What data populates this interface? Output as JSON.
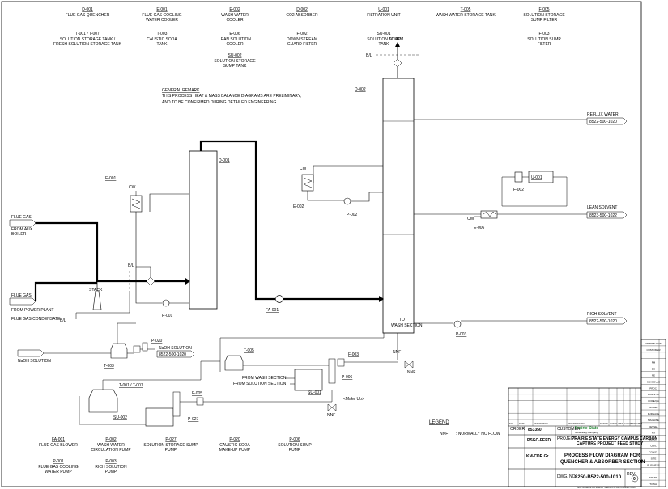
{
  "equipment_top": [
    {
      "tag": "D-001",
      "l1": "FLUE GAS QUENCHER",
      "l2": ""
    },
    {
      "tag": "E-001",
      "l1": "FLUE GAS COOLING",
      "l2": "WATER COOLER"
    },
    {
      "tag": "E-002",
      "l1": "WASH WATER",
      "l2": "COOLER"
    },
    {
      "tag": "D-002",
      "l1": "CO2 ABSORBER",
      "l2": ""
    },
    {
      "tag": "U-001",
      "l1": "FILTRATION UNIT",
      "l2": ""
    },
    {
      "tag": "T-005",
      "l1": "WASH WATER STORAGE TANK",
      "l2": ""
    },
    {
      "tag": "F-005",
      "l1": "SOLUTION STORAGE",
      "l2": "SUMP FILTER"
    },
    {
      "tag": "T-001 / T-007",
      "l1": "SOLUTION STORAGE TANK /",
      "l2": "FRESH SOLUTION STORAGE TANK"
    },
    {
      "tag": "T-003",
      "l1": "CAUSTIC SODA",
      "l2": "TANK"
    },
    {
      "tag": "E-006",
      "l1": "LEAN SOLUTION",
      "l2": "COOLER"
    },
    {
      "tag": "F-002",
      "l1": "DOWN STREAM",
      "l2": "GUARD FILTER"
    },
    {
      "tag": "SU-001",
      "l1": "SOLUTION SUMP",
      "l2": "TANK"
    },
    {
      "tag": "F-003",
      "l1": "SOLUTION SUMP",
      "l2": "FILTER"
    },
    {
      "tag": "SU-002",
      "l1": "SOLUTION STORAGE",
      "l2": "SUMP TANK"
    }
  ],
  "equipment_bottom": [
    {
      "tag": "FA-001",
      "l1": "FLUE GAS BLOWER",
      "l2": ""
    },
    {
      "tag": "P-002",
      "l1": "WASH WATER",
      "l2": "CIRCULATION PUMP"
    },
    {
      "tag": "P-027",
      "l1": "SOLUTION STORAGE SUMP",
      "l2": "PUMP"
    },
    {
      "tag": "P-020",
      "l1": "CAUSTIC SODA",
      "l2": "MAKE-UP PUMP"
    },
    {
      "tag": "P-006",
      "l1": "SOLUTION SUMP",
      "l2": "PUMP"
    },
    {
      "tag": "P-001",
      "l1": "FLUE GAS COOLING",
      "l2": "WATER PUMP"
    },
    {
      "tag": "P-003",
      "l1": "RICH SOLUTION",
      "l2": "PUMP"
    }
  ],
  "remark": {
    "title": "GENERAL REMARK",
    "line1": "THIS PROCESS HEAT & MASS BALANCE DIAGRAMS ARE PRELIMINARY,",
    "line2": "AND TO BE CONFIRMED DURING DETAILED ENGINEERING."
  },
  "labels": {
    "to_atm": "TO ATM",
    "bl": "B/L",
    "d002": "D-002",
    "d001": "D-001",
    "e001": "E-001",
    "cw": "CW",
    "e002": "E-002",
    "p002": "P-002",
    "u001": "U-001",
    "f002": "F-002",
    "e006": "E-006",
    "flue_gas": "FLUE GAS",
    "from_aux": "FROM AUX.",
    "boiler": "BOILER",
    "flue_gas2": "FLUE GAS",
    "from_power": "FROM POWER PLANT",
    "stack": "STACK",
    "condensate": "FLUE GAS CONDENSATE",
    "p001": "P-001",
    "fa001": "FA-001",
    "p020": "P-020",
    "naoh_sol": "NaOH SOLUTION",
    "naoh_sol2": "NaOH SOLUTION",
    "t003": "T-003",
    "t005": "T-005",
    "f003": "F-003",
    "p006": "P-006",
    "su001": "SU-001",
    "from_wash": "FROM WASH SECTION",
    "from_sol": "FROM SOLUTION SECTION",
    "make_up": "<Make Up>",
    "nnf": "NNF",
    "t001": "T-001 / T-007",
    "f005": "F-005",
    "su002": "SU-002",
    "p027": "P-027",
    "p003": "P-003",
    "to": "TO",
    "wash_section": "WASH SECTION",
    "reflux_water": "REFLUX WATER",
    "lean_solvent": "LEAN SOLVENT",
    "rich_solvent": "RICH SOLVENT"
  },
  "line_tags": {
    "reflux": "8522-500-1020",
    "lean": "8523-500-1022",
    "rich": "8522-500-1020",
    "naoh": "8522-500-1020"
  },
  "legend": {
    "title": "LEGEND",
    "key": "NNF",
    "value": ":  NORMALLY NO FLOW"
  },
  "title_block": {
    "order_label": "ORDER",
    "order_no": "853350",
    "customer_label": "CUSTOMER",
    "customer_name": "Prairie State",
    "customer_sub": "Generating Company",
    "project_no": "PSGC-FEED",
    "project_label": "PROJECT",
    "project_title1": "PRAIRIE STATE ENERGY CAMPUS CARBON",
    "project_title2": "CAPTURE PROJECT FEED STUDY",
    "department": "KM-CDR Gr.",
    "drawing_title1": "PROCESS FLOW DIAGRAM FOR",
    "drawing_title2": "QUENCHER & ABSORBER SECTION",
    "dwg_label": "DWG. NO.",
    "dwg_no": "8250-B522-500-1010",
    "rev_label": "REV.",
    "rev": "0",
    "company": "MITSUBISHI HEAVY INDUSTRIES AMERICA",
    "rev_headers": [
      "NO.",
      "DATE",
      "DESCRIPTION",
      "REFERENCE NO.",
      "DESIGN",
      "CHECK",
      "APVD",
      "CHECK",
      "DEPT.",
      "APVD"
    ]
  },
  "distribution": [
    "DISTRIBUTION",
    "CUSTOMER",
    "",
    "PM",
    "EM",
    "PE",
    "SCHEDULE",
    "PROC.",
    "LOGISTIC",
    "CODE/QA",
    "BOILER",
    "FURNACE",
    "MACHINE",
    "VESSEL",
    "HX",
    "ELECT.",
    "CIVIL",
    "CONST.",
    "SITE",
    "BUSINESS",
    "",
    "SPARE",
    "TOTAL"
  ]
}
